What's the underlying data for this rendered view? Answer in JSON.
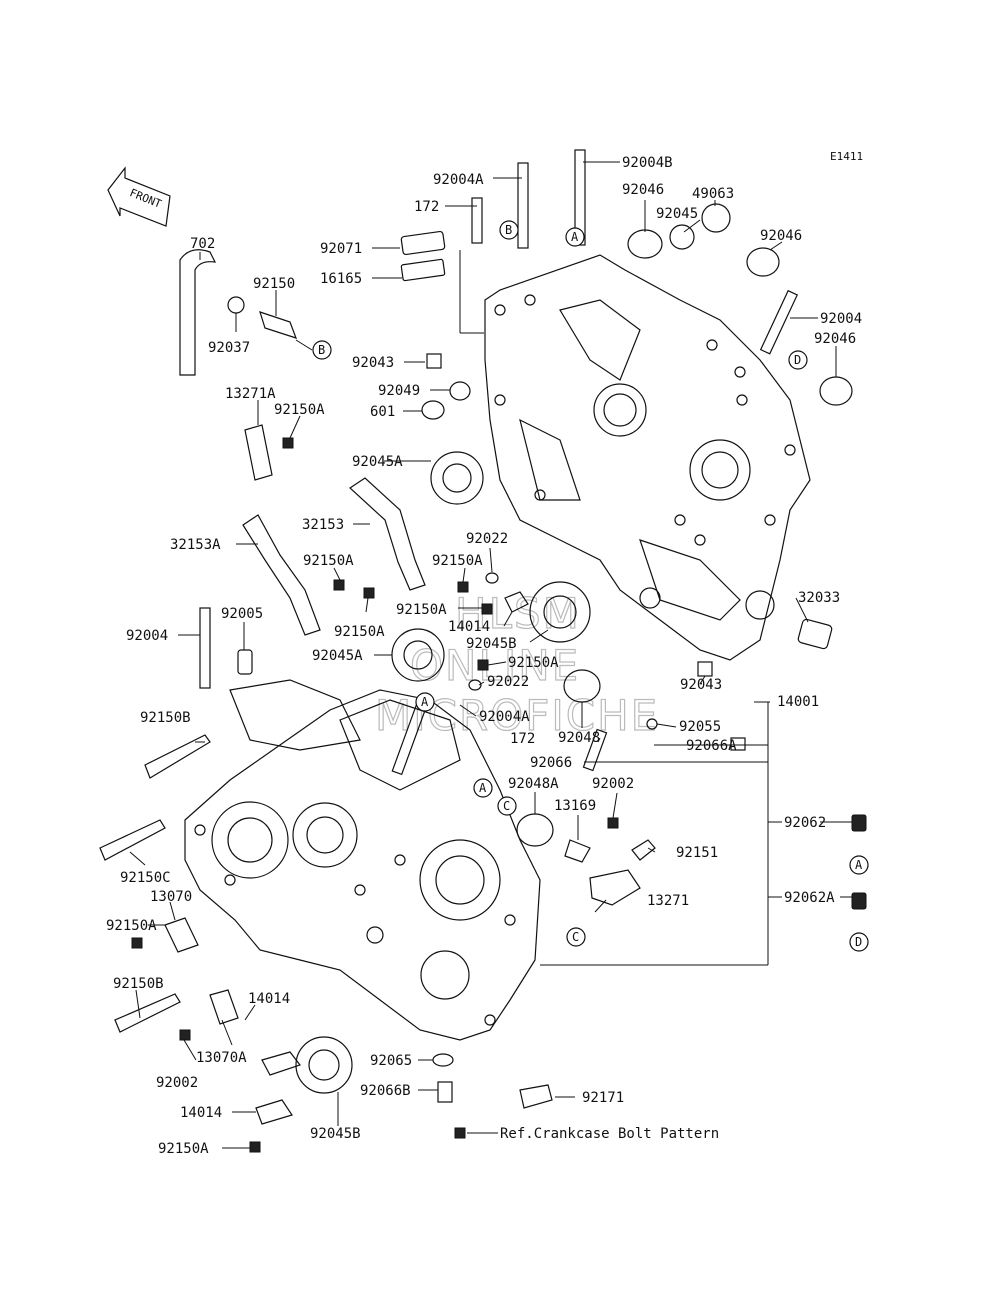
{
  "code": "E1411",
  "front_label": "FRONT",
  "watermark": [
    "HLSM",
    "ONLINE",
    "MICROFICHE"
  ],
  "reference_note": "Ref.Crankcase Bolt Pattern",
  "callout_letters": {
    "a": "A",
    "b": "B",
    "c": "C",
    "d": "D"
  },
  "parts": {
    "p92004B": "92004B",
    "p92004A_top": "92004A",
    "p172_top": "172",
    "p92046_a": "92046",
    "p49063": "49063",
    "p92045": "92045",
    "p92046_b": "92046",
    "p702": "702",
    "p92150": "92150",
    "p92071": "92071",
    "p16165": "16165",
    "p92037": "92037",
    "p92004_r": "92004",
    "p92046_c": "92046",
    "p92043_top": "92043",
    "p92049": "92049",
    "p601": "601",
    "p13271A": "13271A",
    "p92150A_a": "92150A",
    "p92045A_top": "92045A",
    "p32153": "32153",
    "p32153A": "32153A",
    "p92022_top": "92022",
    "p92150A_b": "92150A",
    "p92150A_c": "92150A",
    "p92150A_d": "92150A",
    "p14014_mid": "14014",
    "p32033": "32033",
    "p92004_l": "92004",
    "p92005": "92005",
    "p92045B_mid": "92045B",
    "p92150A_e": "92150A",
    "p92045A_mid": "92045A",
    "p92150A_f": "92150A",
    "p92022_mid": "92022",
    "p92043_low": "92043",
    "p92055": "92055",
    "p14001": "14001",
    "p92004A_mid": "92004A",
    "p92048": "92048",
    "p92150B_top": "92150B",
    "p172_mid": "172",
    "p92066A": "92066A",
    "p92066": "92066",
    "p92048A": "92048A",
    "p92002_r": "92002",
    "p13169": "13169",
    "p92062": "92062",
    "p92151": "92151",
    "p92150C": "92150C",
    "p13070": "13070",
    "p13271": "13271",
    "p92062A": "92062A",
    "p92150A_g": "92150A",
    "p92150B_low": "92150B",
    "p14014_low": "14014",
    "p13070A": "13070A",
    "p92002_l": "92002",
    "p92065": "92065",
    "p92066B": "92066B",
    "p92171": "92171",
    "p14014_bot": "14014",
    "p92045B_bot": "92045B",
    "p92150A_bot": "92150A"
  }
}
